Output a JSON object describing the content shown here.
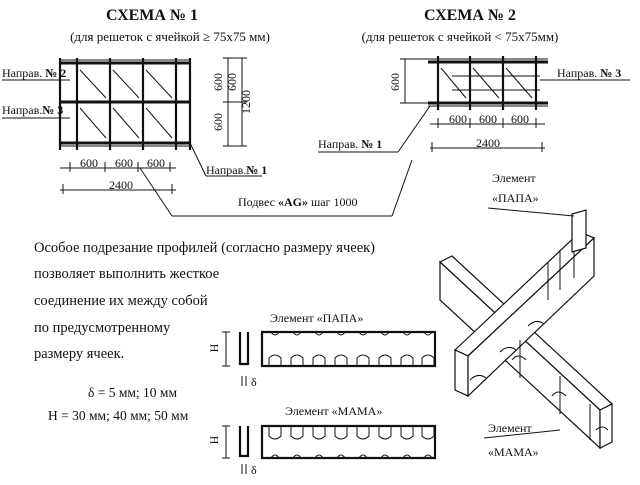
{
  "scheme1": {
    "title": "СХЕМА № 1",
    "subtitle": "(для решеток с ячейкой ≥ 75х75 мм)",
    "dir2_prefix": "Направ.",
    "dir2_num": "№ 2",
    "dir3_prefix": "Направ.",
    "dir3_num": "№ 3",
    "dir1_prefix": "Направ.",
    "dir1_num": "№ 1",
    "dim_h1": "600",
    "dim_h2": "600",
    "dim_h3": "600",
    "dim_total": "2400",
    "dim_v1": "600",
    "dim_v2": "600",
    "dim_v3": "600",
    "dim_v_total": "1200"
  },
  "scheme2": {
    "title": "СХЕМА № 2",
    "subtitle": "(для решеток с ячейкой < 75х75мм)",
    "dir3_prefix": "Направ.",
    "dir3_num": "№ 3",
    "dir1_prefix": "Направ.",
    "dir1_num": "№ 1",
    "dim_v": "600",
    "dim_h1": "600",
    "dim_h2": "600",
    "dim_h3": "600",
    "dim_total": "2400"
  },
  "hanger": {
    "prefix": "Подвес",
    "code": "«AG»",
    "suffix": "шаг 1000"
  },
  "description": {
    "lines": [
      "Особое подрезание профилей (согласно размеру ячеек)",
      "позволяет выполнить жесткое",
      "соединение их между собой",
      "по предусмотренному",
      "размеру ячеек."
    ]
  },
  "params": {
    "delta": "δ = 5 мм; 10 мм",
    "height": "H = 30 мм; 40 мм; 50 мм"
  },
  "elements": {
    "papa_label": "Элемент «ПАПА»",
    "mama_label": "Элемент «МАМА»",
    "h_symbol": "H",
    "delta_symbol": "δ"
  },
  "iso": {
    "papa_line1": "Элемент",
    "papa_line2": "«ПАПА»",
    "mama_line1": "Элемент",
    "mama_line2": "«МАМА»"
  }
}
